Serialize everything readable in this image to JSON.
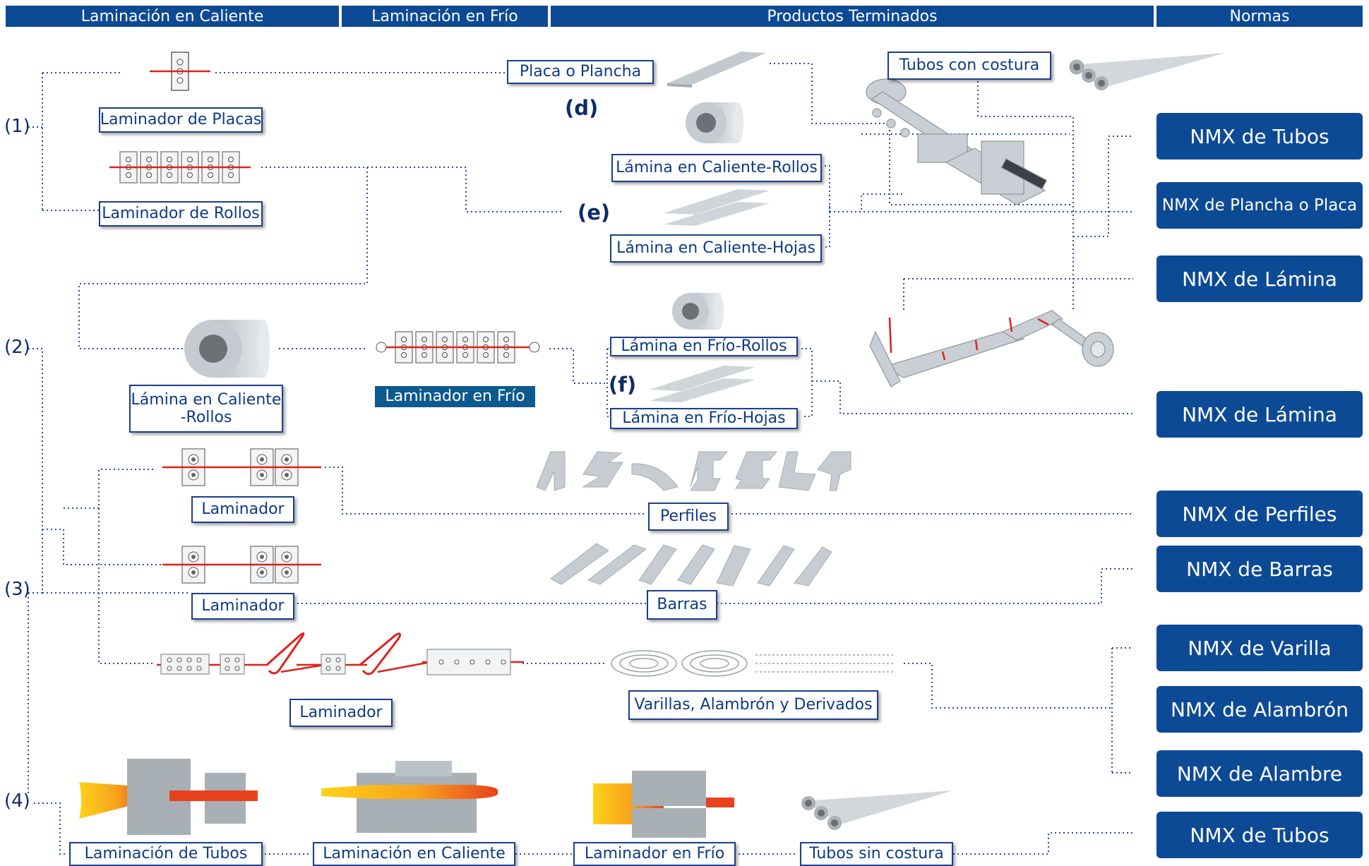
{
  "headers": {
    "hot": "Laminación en Caliente",
    "cold": "Laminación en Frío",
    "products": "Productos Terminados",
    "norms": "Normas"
  },
  "markers": {
    "m1": "(1)",
    "m2": "(2)",
    "m3": "(3)",
    "m4": "(4)",
    "d": "(d)",
    "e": "(e)",
    "f": "(f)"
  },
  "process_labels": {
    "plate_mill": "Laminador de Placas",
    "coil_mill": "Laminador de Rollos",
    "hot_coils_1": "Lámina en Caliente",
    "hot_coils_2": "-Rollos",
    "cold_mill": "Laminador en Frío",
    "mill_a": "Laminador",
    "mill_b": "Laminador",
    "mill_c": "Laminador",
    "tube_rolling": "Laminación de Tubos",
    "hot_rolling": "Laminación en Caliente",
    "cold_mill_4": "Laminador en Frío"
  },
  "products": {
    "plate": "Placa o Plancha",
    "welded_tubes": "Tubos con costura",
    "hot_sheet_coils": "Lámina en Caliente-Rollos",
    "hot_sheet_sheets": "Lámina en Caliente-Hojas",
    "cold_sheet_coils": "Lámina en Frío-Rollos",
    "cold_sheet_sheets": "Lámina en Frío-Hojas",
    "profiles": "Perfiles",
    "bars": "Barras",
    "rods": "Varillas, Alambrón y Derivados",
    "seamless_tubes": "Tubos sin costura"
  },
  "norms": [
    "NMX de Tubos",
    "NMX de Plancha o Placa",
    "NMX de Lámina",
    "NMX de Lámina",
    "NMX de Perfiles",
    "NMX de Barras",
    "NMX de Varilla",
    "NMX de Alambrón",
    "NMX de Alambre",
    "NMX de Tubos"
  ],
  "colors": {
    "header_blue": "#0d4a96",
    "label_border": "#1a3f8a",
    "label_text": "#0e3a86",
    "dark_label": "#0d5a8f",
    "connector": "#2a4f9a",
    "roll_line": "#e0201c",
    "steel_gray": "#bfc6cc"
  }
}
